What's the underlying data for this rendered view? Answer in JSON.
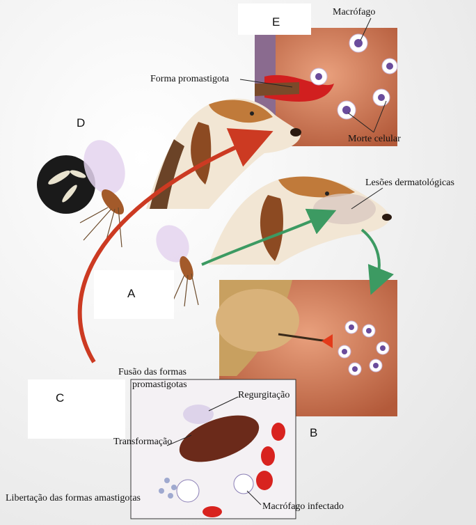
{
  "panels": {
    "A": "A",
    "B": "B",
    "C": "C",
    "D": "D",
    "E": "E"
  },
  "labels": {
    "macrofago": "Macrófago",
    "forma_promastigota": "Forma promastigota",
    "morte_celular": "Morte celular",
    "lesoes": "Lesões dermatológicas",
    "fusao_line1": "Fusão das formas",
    "fusao_line2": "promastigotas",
    "regurgitacao": "Regurgitação",
    "transformacao": "Transformação",
    "libertacao": "Libertação das formas amastigotas",
    "macrofago_infectado": "Macrófago infectado"
  },
  "arrow_colors": {
    "red_arrow": "#cc3a22",
    "green_arrow": "#3c9a62"
  }
}
